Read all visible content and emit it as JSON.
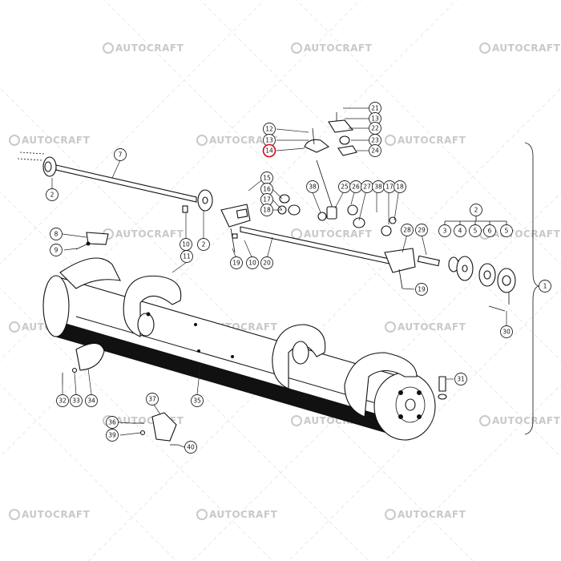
{
  "watermark": {
    "brand": "AUTOCRAFT"
  },
  "highlight_color": "#e0001b",
  "callouts": [
    {
      "id": "c21",
      "label": "21"
    },
    {
      "id": "c13a",
      "label": "13"
    },
    {
      "id": "c12",
      "label": "12"
    },
    {
      "id": "c22",
      "label": "22"
    },
    {
      "id": "c13b",
      "label": "13"
    },
    {
      "id": "c23",
      "label": "23"
    },
    {
      "id": "c14",
      "label": "14",
      "highlighted": true
    },
    {
      "id": "c24",
      "label": "24"
    },
    {
      "id": "c7",
      "label": "7"
    },
    {
      "id": "c2a",
      "label": "2"
    },
    {
      "id": "c15",
      "label": "15"
    },
    {
      "id": "c16",
      "label": "16"
    },
    {
      "id": "c17a",
      "label": "17"
    },
    {
      "id": "c18a",
      "label": "18"
    },
    {
      "id": "c38a",
      "label": "38"
    },
    {
      "id": "c25",
      "label": "25"
    },
    {
      "id": "c26",
      "label": "26"
    },
    {
      "id": "c27",
      "label": "27"
    },
    {
      "id": "c38b",
      "label": "38"
    },
    {
      "id": "c17b",
      "label": "17"
    },
    {
      "id": "c18b",
      "label": "18"
    },
    {
      "id": "c10a",
      "label": "10"
    },
    {
      "id": "c2b",
      "label": "2"
    },
    {
      "id": "c8",
      "label": "8"
    },
    {
      "id": "c9",
      "label": "9"
    },
    {
      "id": "c11",
      "label": "11"
    },
    {
      "id": "c19a",
      "label": "19"
    },
    {
      "id": "c10b",
      "label": "10"
    },
    {
      "id": "c20",
      "label": "20"
    },
    {
      "id": "c29",
      "label": "29"
    },
    {
      "id": "c28",
      "label": "28"
    },
    {
      "id": "c19b",
      "label": "19"
    },
    {
      "id": "c2c",
      "label": "2"
    },
    {
      "id": "c3",
      "label": "3"
    },
    {
      "id": "c4",
      "label": "4"
    },
    {
      "id": "c5a",
      "label": "5"
    },
    {
      "id": "c6",
      "label": "6"
    },
    {
      "id": "c5b",
      "label": "5"
    },
    {
      "id": "c1",
      "label": "1"
    },
    {
      "id": "c30",
      "label": "30"
    },
    {
      "id": "c31",
      "label": "31"
    },
    {
      "id": "c32",
      "label": "32"
    },
    {
      "id": "c33",
      "label": "33"
    },
    {
      "id": "c34",
      "label": "34"
    },
    {
      "id": "c35",
      "label": "35"
    },
    {
      "id": "c37",
      "label": "37"
    },
    {
      "id": "c36",
      "label": "36"
    },
    {
      "id": "c39",
      "label": "39"
    },
    {
      "id": "c40",
      "label": "40"
    }
  ]
}
